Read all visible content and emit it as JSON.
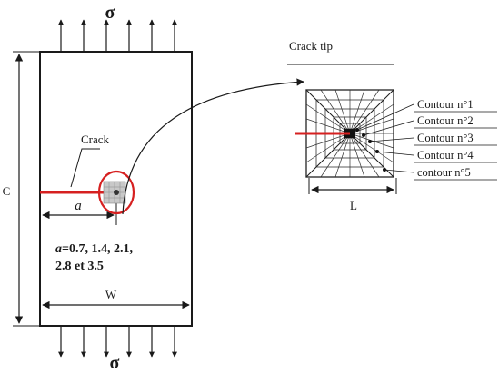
{
  "labels": {
    "sigma_top": "σ",
    "sigma_bottom": "σ",
    "dim_c": "C",
    "dim_w": "W",
    "crack": "Crack",
    "dim_a": "a",
    "a_values_line1_var": "a",
    "a_values_line1_rest": "=0.7, 1.4, 2.1,",
    "a_values_line2": "2.8 et 3.5",
    "crack_tip": "Crack tip",
    "dim_l": "L"
  },
  "contours": [
    "Contour n°1",
    "Contour n°2",
    "Contour n°3",
    "Contour n°4",
    "contour n°5"
  ],
  "colors": {
    "crack": "#d62020",
    "line": "#1a1a1a",
    "mesh": "#333333"
  }
}
